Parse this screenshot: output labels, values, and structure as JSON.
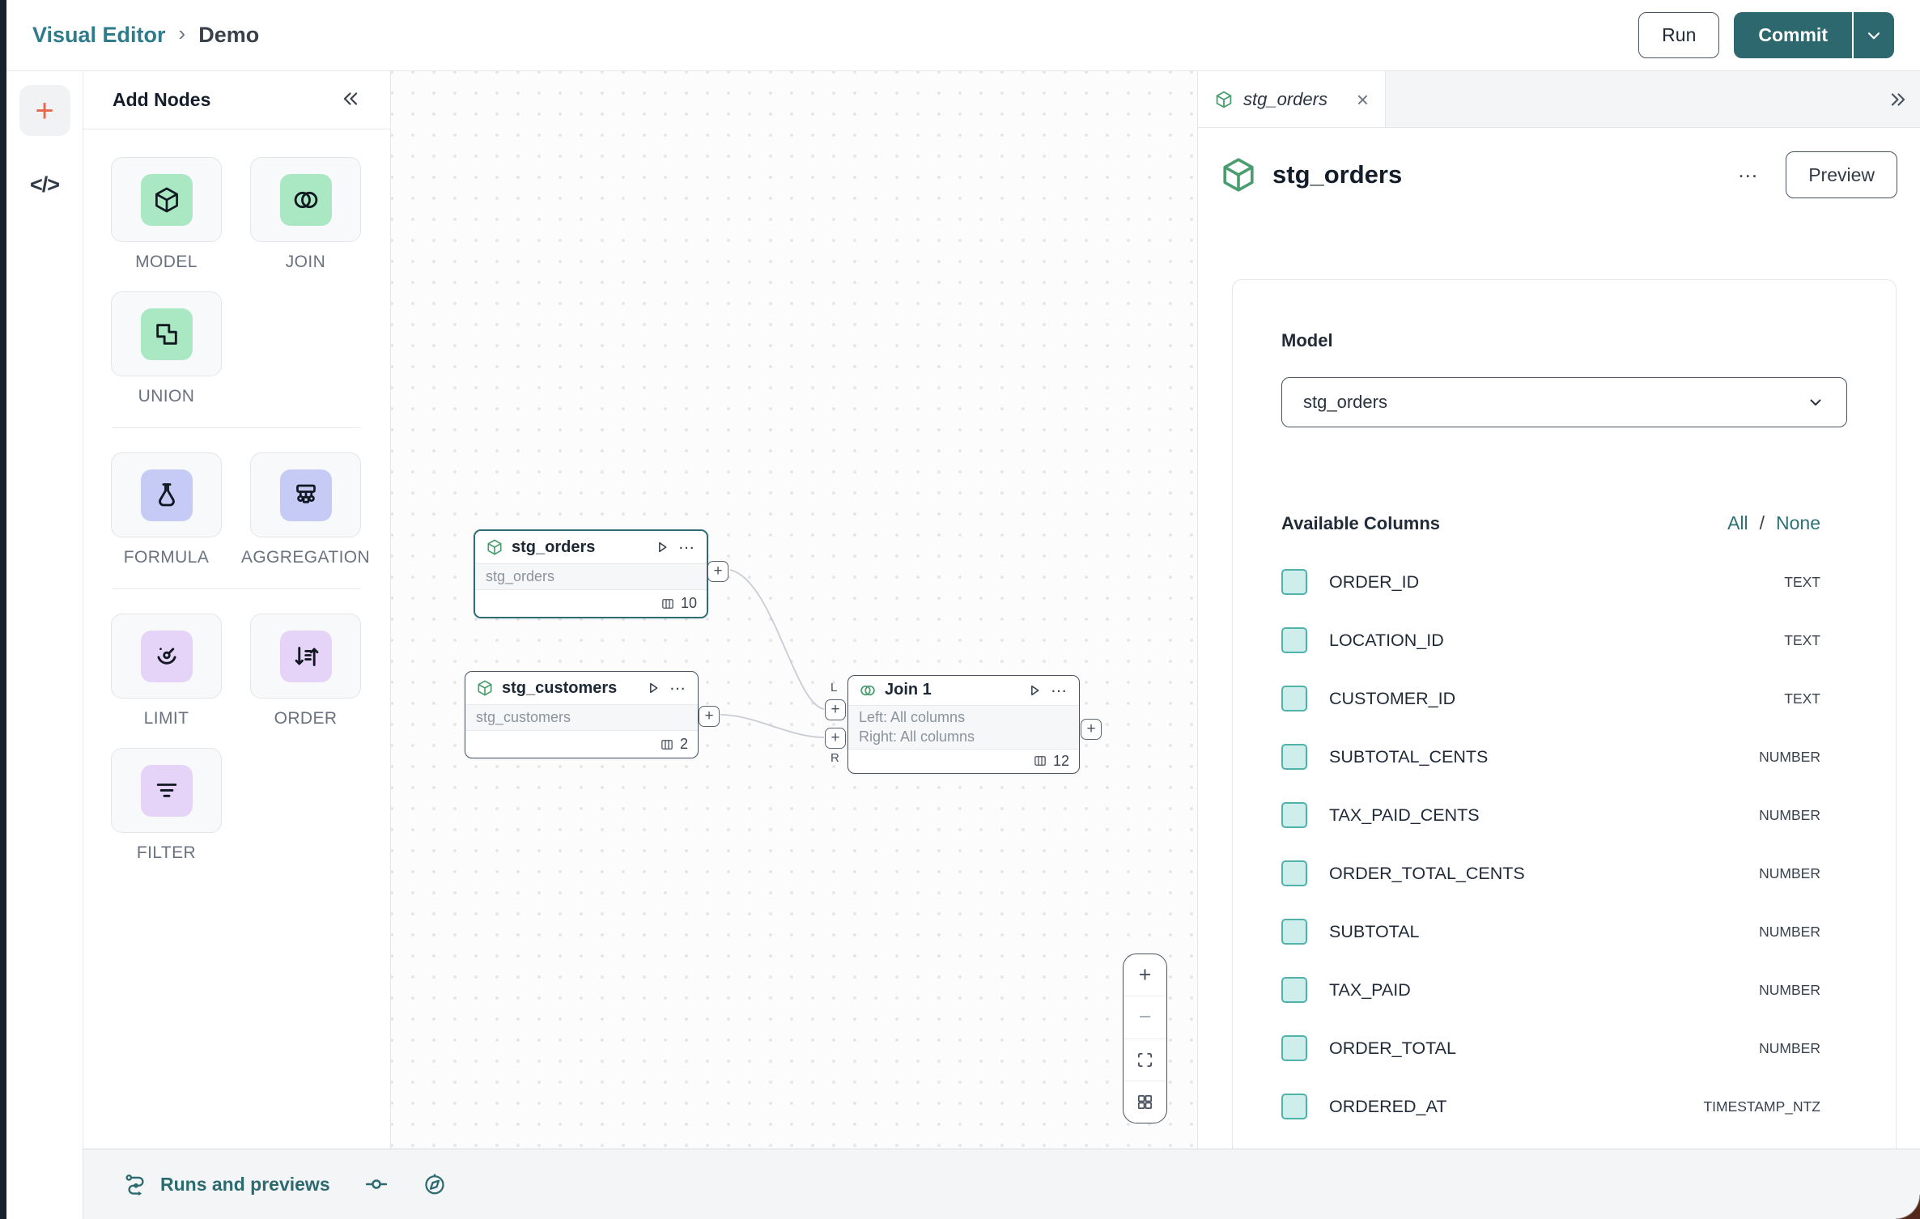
{
  "topbar": {
    "breadcrumb": {
      "app": "Visual Editor",
      "separator": "›",
      "page": "Demo"
    },
    "run_label": "Run",
    "commit_label": "Commit"
  },
  "glyphs": {
    "plus": "+",
    "minus": "−",
    "close": "×",
    "ellipsis": "…",
    "code": "</>"
  },
  "add_nodes": {
    "title": "Add Nodes",
    "items": [
      {
        "label": "MODEL",
        "icon": "model-cube-icon",
        "tint": "green"
      },
      {
        "label": "JOIN",
        "icon": "join-circles-icon",
        "tint": "green"
      },
      {
        "label": "UNION",
        "icon": "union-shapes-icon",
        "tint": "green"
      },
      {
        "label": "FORMULA",
        "icon": "flask-icon",
        "tint": "periwinkle"
      },
      {
        "label": "AGGREGATION",
        "icon": "aggregation-tree-icon",
        "tint": "periwinkle"
      },
      {
        "label": "LIMIT",
        "icon": "gauge-icon",
        "tint": "purple"
      },
      {
        "label": "ORDER",
        "icon": "sort-arrows-icon",
        "tint": "purple"
      },
      {
        "label": "FILTER",
        "icon": "filter-lines-icon",
        "tint": "purple"
      }
    ]
  },
  "canvas": {
    "nodes": {
      "stg_orders": {
        "title": "stg_orders",
        "subtitle": "stg_orders",
        "column_count": "10",
        "selected": true
      },
      "stg_customers": {
        "title": "stg_customers",
        "subtitle": "stg_customers",
        "column_count": "2",
        "selected": false
      },
      "join1": {
        "title": "Join 1",
        "line1": "Left: All columns",
        "line2": "Right: All columns",
        "column_count": "12",
        "port_left": "L",
        "port_right": "R"
      }
    }
  },
  "right_panel": {
    "tab": {
      "label": "stg_orders"
    },
    "title": "stg_orders",
    "preview_label": "Preview",
    "model_label": "Model",
    "model_value": "stg_orders",
    "columns_header": "Available Columns",
    "select_all": "All",
    "select_separator": "/",
    "select_none": "None",
    "columns": [
      {
        "name": "ORDER_ID",
        "type": "TEXT"
      },
      {
        "name": "LOCATION_ID",
        "type": "TEXT"
      },
      {
        "name": "CUSTOMER_ID",
        "type": "TEXT"
      },
      {
        "name": "SUBTOTAL_CENTS",
        "type": "NUMBER"
      },
      {
        "name": "TAX_PAID_CENTS",
        "type": "NUMBER"
      },
      {
        "name": "ORDER_TOTAL_CENTS",
        "type": "NUMBER"
      },
      {
        "name": "SUBTOTAL",
        "type": "NUMBER"
      },
      {
        "name": "TAX_PAID",
        "type": "NUMBER"
      },
      {
        "name": "ORDER_TOTAL",
        "type": "NUMBER"
      },
      {
        "name": "ORDERED_AT",
        "type": "TIMESTAMP_NTZ"
      }
    ]
  },
  "bottom_bar": {
    "runs_label": "Runs and previews"
  },
  "colors": {
    "accent_teal": "#2d686e",
    "link_teal": "#2e7b8b",
    "icon_green": "#4a9d6e",
    "tile_green": "#a9e8c2",
    "tile_periwinkle": "#c5cbf4",
    "tile_purple": "#e6d4f8",
    "checkbox_fill": "#cdeeeb",
    "checkbox_border": "#4fb3ab",
    "brand_orange": "#e8674a"
  }
}
